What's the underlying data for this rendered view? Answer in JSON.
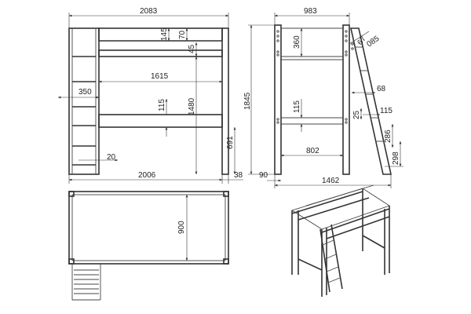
{
  "dimensions": {
    "front_total_width": "2083",
    "front_rail_145": "145",
    "front_rail_70": "70",
    "front_rail_45": "45",
    "front_inner_1615": "1615",
    "front_ladder_350": "350",
    "front_115": "115",
    "front_1480": "1480",
    "front_691": "691",
    "front_20": "20",
    "front_2006": "2006",
    "front_38": "38",
    "side_983": "983",
    "side_360": "360",
    "side_67": "67",
    "side_085": "085",
    "side_1845": "1845",
    "side_68": "68",
    "side_115": "115",
    "side_25": "25",
    "side_286": "286",
    "side_298": "298",
    "side_802": "802",
    "side_90": "90",
    "side_1462": "1462",
    "top_900": "900"
  }
}
